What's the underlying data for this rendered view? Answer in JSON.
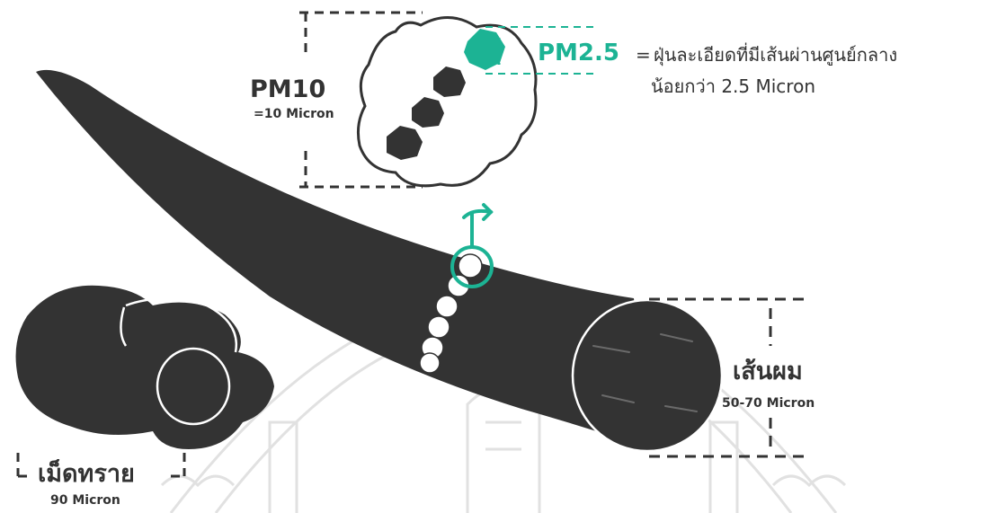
{
  "colors": {
    "dark": "#333333",
    "accent": "#1cb394",
    "watermark": "#c9c9c9",
    "background": "#ffffff"
  },
  "pm10": {
    "title": "PM10",
    "size": "=10 Micron"
  },
  "pm25": {
    "title": "PM2.5",
    "equals": "=",
    "description_line1": "ฝุ่นละเอียดที่มีเส้นผ่านศูนย์กลาง",
    "description_line2": "น้อยกว่า 2.5 Micron"
  },
  "hair": {
    "title": "เส้นผม",
    "size": "50-70 Micron"
  },
  "sand": {
    "title": "เม็ดทราย",
    "size": "90 Micron"
  }
}
